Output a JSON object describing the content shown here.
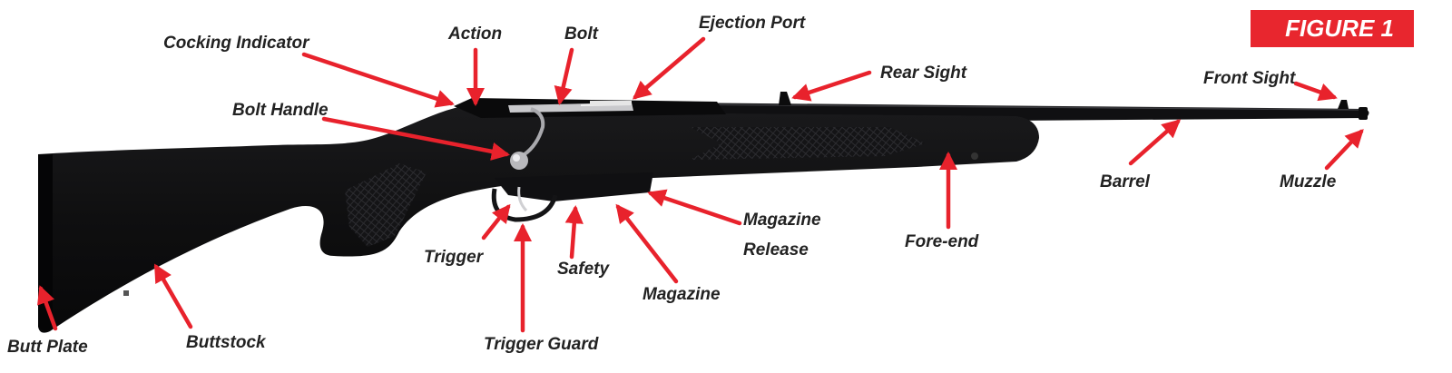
{
  "colors": {
    "arrow": "#e8222c",
    "badge": "#e8262e",
    "label_text": "#222222",
    "rifle": "#0d0d0e"
  },
  "figure_label": "FIGURE 1",
  "labels": {
    "cocking_indicator": "Cocking Indicator",
    "action": "Action",
    "bolt": "Bolt",
    "ejection_port": "Ejection Port",
    "rear_sight": "Rear Sight",
    "front_sight": "Front Sight",
    "bolt_handle": "Bolt Handle",
    "barrel": "Barrel",
    "muzzle": "Muzzle",
    "magazine_release_line1": "Magazine",
    "magazine_release_line2": "Release",
    "fore_end": "Fore-end",
    "trigger": "Trigger",
    "safety": "Safety",
    "magazine": "Magazine",
    "butt_plate": "Butt Plate",
    "buttstock": "Buttstock",
    "trigger_guard": "Trigger Guard"
  }
}
